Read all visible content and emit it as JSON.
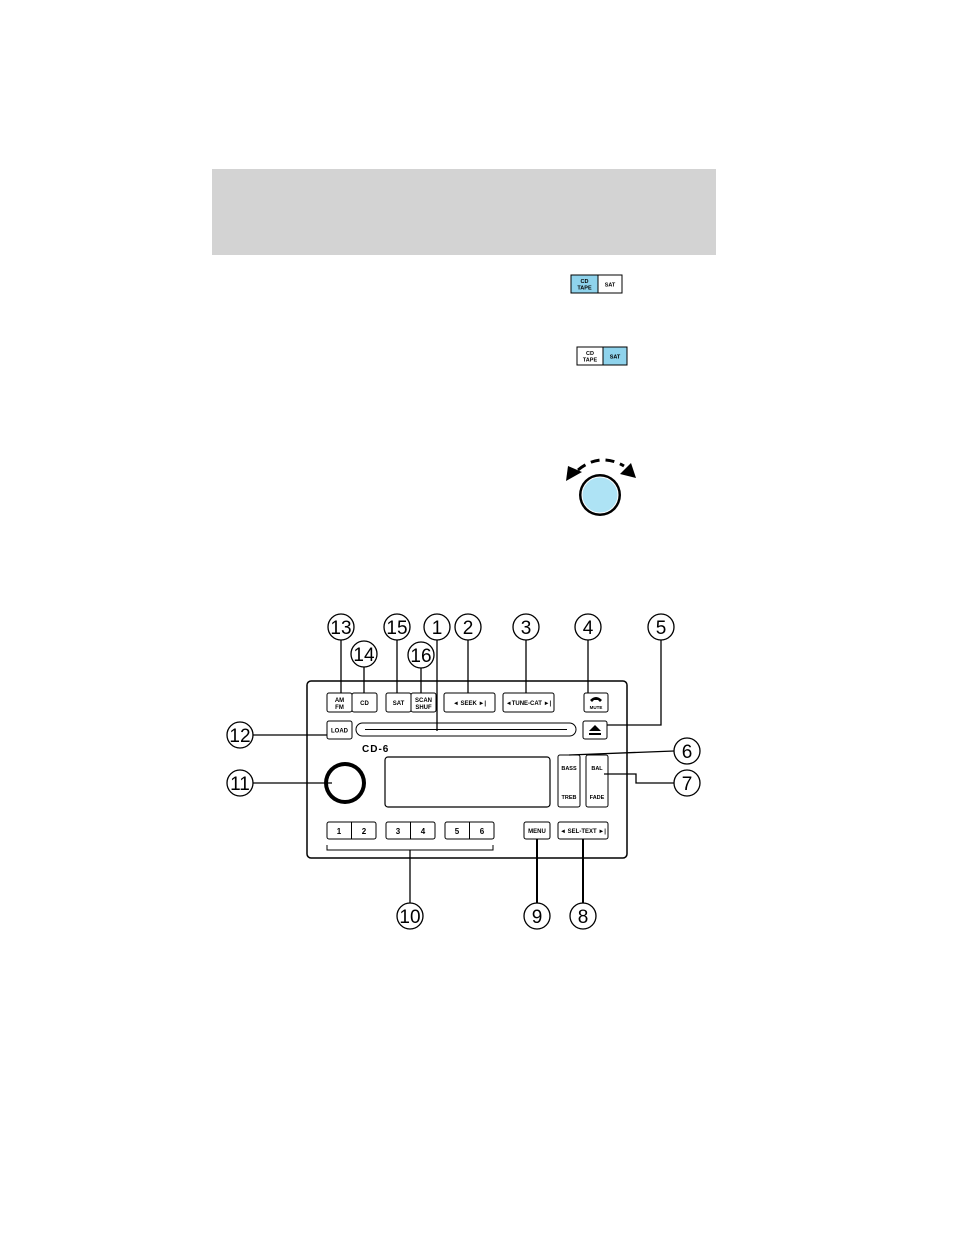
{
  "colors": {
    "header_band": "#d3d3d3",
    "highlight": "#8fd3ec",
    "knob_fill": "#aee3f5",
    "line": "#000000"
  },
  "mode_buttons": {
    "cd_tape_line1": "CD",
    "cd_tape_line2": "TAPE",
    "sat": "SAT"
  },
  "knob_icon": {
    "name": "rotary-knob-icon"
  },
  "radio": {
    "am_fm_line1": "AM",
    "am_fm_line2": "FM",
    "cd": "CD",
    "sat": "SAT",
    "scan_line1": "SCAN",
    "scan_line2": "SHUF",
    "seek": "◄  SEEK  ►|",
    "tune_cat": "◄TUNE-CAT ►|",
    "mute": "MUTE",
    "load": "LOAD",
    "model": "CD-6",
    "bass": "BASS",
    "treb": "TREB",
    "bal": "BAL",
    "fade": "FADE",
    "presets": [
      "1",
      "2",
      "3",
      "4",
      "5",
      "6"
    ],
    "menu": "MENU",
    "sel_text": "◄ SEL-TEXT ►|"
  },
  "callouts": [
    "1",
    "2",
    "3",
    "4",
    "5",
    "6",
    "7",
    "8",
    "9",
    "10",
    "11",
    "12",
    "13",
    "14",
    "15",
    "16"
  ]
}
